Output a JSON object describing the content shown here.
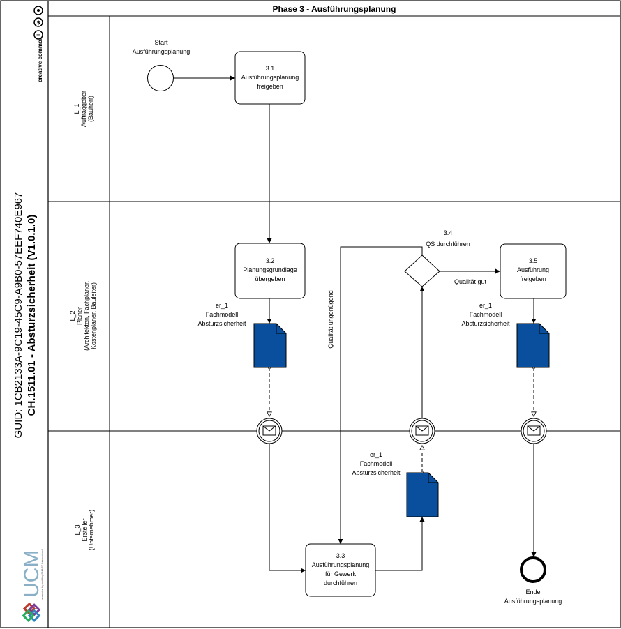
{
  "header": {
    "phase_title": "Phase 3 - Ausführungsplanung"
  },
  "sidebar": {
    "guid": "GUID: 1CB2133A-9C19-45C9-A9B0-57EEF740E967",
    "name": "CH.1511.01 - Absturzsicherheit (V1.0.1.0)",
    "license": "creative commons",
    "logo": "UCM",
    "logo_sub": "a service by buildingSMART International"
  },
  "lanes": [
    {
      "id": "L_1",
      "lines": [
        "L_1",
        "Auftraggeber",
        "(Bauherr)"
      ]
    },
    {
      "id": "L_2",
      "lines": [
        "L_2",
        "Planer",
        "(Architekten, Fachplaner,",
        "Kostenplaner, Bauleiter)"
      ]
    },
    {
      "id": "L_3",
      "lines": [
        "L_3",
        "Ersteller",
        "(Unternehmer)"
      ]
    }
  ],
  "events": {
    "start": [
      "Start",
      "Ausführungsplanung"
    ],
    "end": [
      "Ende",
      "Ausführungsplanung"
    ]
  },
  "tasks": {
    "t31": [
      "3.1",
      "Ausführungsplanung",
      "freigeben"
    ],
    "t32": [
      "3.2",
      "Planungsgrundlage",
      "übergeben"
    ],
    "t33": [
      "3.3",
      "Ausführungsplanung",
      "für Gewerk",
      "durchführen"
    ],
    "t35": [
      "3.5",
      "Ausführung",
      "freigeben"
    ]
  },
  "gateway": {
    "label": [
      "3.4",
      "QS durchführen"
    ],
    "flow_good": "Qualität gut",
    "flow_bad": "Qualität ungenügend"
  },
  "documents": {
    "d1": [
      "er_1",
      "Fachmodell",
      "Absturzsicherheit"
    ],
    "d2": [
      "er_1",
      "Fachmodell",
      "Absturzsicherheit"
    ],
    "d3": [
      "er_1",
      "Fachmodell",
      "Absturzsicherheit"
    ]
  },
  "colors": {
    "document_fill": "#0a4f9e",
    "line": "#000000",
    "ucm_blue": "#8ab0c8"
  }
}
